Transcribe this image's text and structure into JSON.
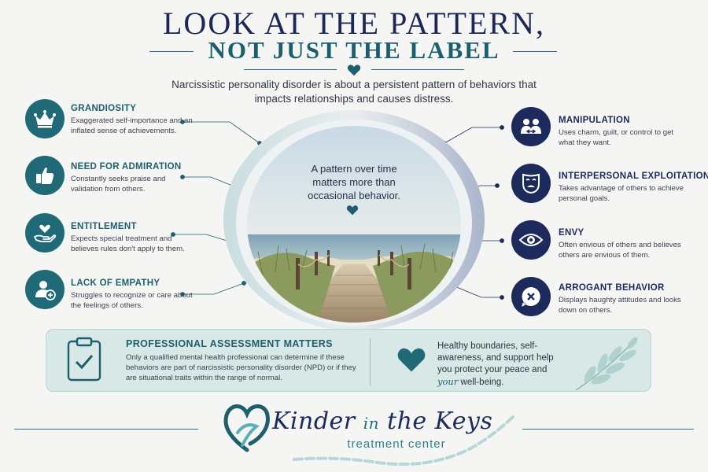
{
  "header": {
    "title_line1": "Look at the Pattern,",
    "title_line2": "Not Just the Label",
    "subtitle": "Narcissistic personality disorder is about a persistent pattern of behaviors that impacts relationships and causes distress."
  },
  "center": {
    "text": "A pattern over time matters more than occasional behavior."
  },
  "left_items": [
    {
      "icon": "crown-icon",
      "title": "Grandiosity",
      "desc": "Exaggerated self-importance and an inflated sense of achievements."
    },
    {
      "icon": "thumbs-up-icon",
      "title": "Need for Admiration",
      "desc": "Constantly seeks praise and validation from others."
    },
    {
      "icon": "hand-heart-icon",
      "title": "Entitlement",
      "desc": "Expects special treatment and believes rules don't apply to them."
    },
    {
      "icon": "user-plus-icon",
      "title": "Lack of Empathy",
      "desc": "Struggles to recognize or care about the feelings of others."
    }
  ],
  "right_items": [
    {
      "icon": "people-arrows-icon",
      "title": "Manipulation",
      "desc": "Uses charm, guilt, or control to get what they want."
    },
    {
      "icon": "theater-mask-icon",
      "title": "Interpersonal Exploitation",
      "desc": "Takes advantage of others to achieve personal goals."
    },
    {
      "icon": "eye-icon",
      "title": "Envy",
      "desc": "Often envious of others and believes others are envious of them."
    },
    {
      "icon": "speech-x-icon",
      "title": "Arrogant Behavior",
      "desc": "Displays haughty attitudes and looks down on others."
    }
  ],
  "assessment": {
    "icon": "clipboard-check-icon",
    "title": "Professional Assessment Matters",
    "desc": "Only a qualified mental health professional can determine if these behaviors are part of narcissistic personality disorder (NPD) or if they are situational traits within the range of normal."
  },
  "support": {
    "icon": "heart-icon",
    "text_main": "Healthy boundaries, self-awareness, and support help you protect your peace and",
    "text_emph": "your",
    "text_end": "well-being."
  },
  "logo": {
    "name_a": "Kinder",
    "name_b": "in",
    "name_c": "the Keys",
    "tagline": "treatment center"
  },
  "colors": {
    "teal": "#1f6a76",
    "navy": "#1d2a5c",
    "panel": "#d8e8e7",
    "background": "#f5f6f3"
  }
}
